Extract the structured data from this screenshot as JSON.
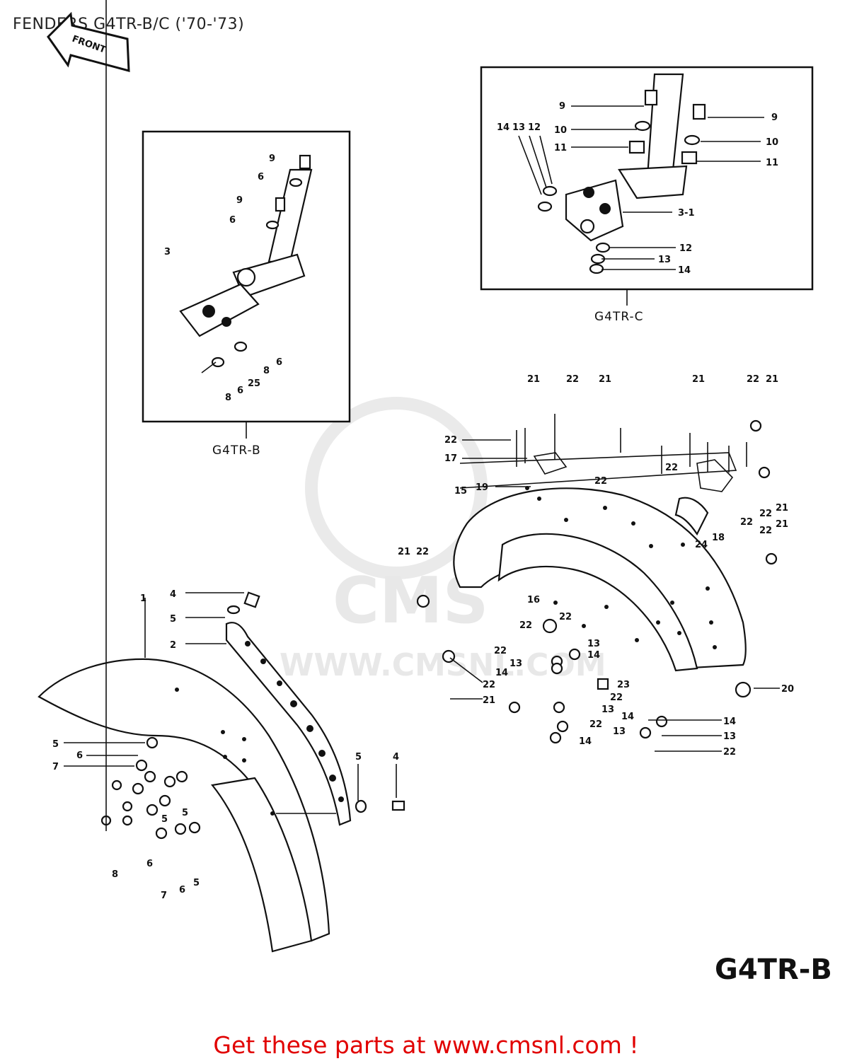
{
  "title": "FENDERS G4TR-B/C ('70-'73)",
  "front_arrow_label": "FRONT",
  "captions": {
    "inset_b": "G4TR-B",
    "inset_c": "G4TR-C",
    "model_mark": "G4TR-B"
  },
  "watermark": {
    "brand": "CMS",
    "url": "WWW.CMSNL.COM"
  },
  "footer": "Get these parts at www.cmsnl.com !",
  "part_numbers": {
    "inset_b": [
      "9",
      "6",
      "9",
      "6",
      "3",
      "8",
      "6",
      "8",
      "6",
      "25"
    ],
    "inset_c": [
      "9",
      "10",
      "11",
      "14",
      "13",
      "12",
      "9",
      "10",
      "11",
      "3-1",
      "12",
      "13",
      "14"
    ],
    "rear_fender": [
      "21",
      "22",
      "21",
      "21",
      "22",
      "21",
      "22",
      "17",
      "19",
      "22",
      "22",
      "15",
      "22",
      "21",
      "22",
      "22",
      "21",
      "24",
      "18",
      "21",
      "22",
      "16",
      "22",
      "22",
      "13",
      "14",
      "22",
      "13",
      "14",
      "22",
      "21",
      "23",
      "22",
      "13",
      "14",
      "22",
      "13",
      "14",
      "20",
      "14",
      "13",
      "22"
    ],
    "front_fender": [
      "1",
      "4",
      "5",
      "2",
      "5",
      "6",
      "7",
      "5",
      "4",
      "5",
      "5",
      "6",
      "8",
      "7",
      "6",
      "5"
    ]
  }
}
